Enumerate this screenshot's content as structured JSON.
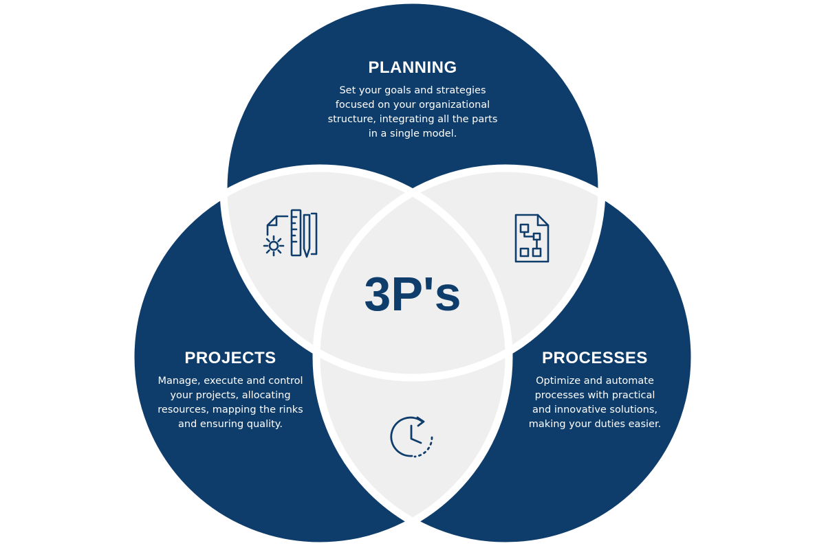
{
  "center": {
    "label": "3P's"
  },
  "circles": {
    "planning": {
      "title": "PLANNING",
      "description": "Set your goals and strategies\nfocused on your organizational\nstructure, integrating all the parts\nin a single model."
    },
    "projects": {
      "title": "PROJECTS",
      "description": "Manage, execute and control\nyour projects, allocating\nresources, mapping the rinks\nand ensuring quality."
    },
    "processes": {
      "title": "PROCESSES",
      "description": "Optimize and automate\nprocesses with practical\nand innovative solutions,\nmaking your duties easier."
    }
  },
  "overlap_icons": {
    "planning_projects": "blueprint-gear-ruler-icon",
    "planning_processes": "process-document-icon",
    "projects_processes": "clock-history-icon"
  },
  "colors": {
    "circle_fill": "#0e3d6b",
    "overlap_fill": "#efefef",
    "outline": "#ffffff",
    "text_light": "#ffffff",
    "text_dark": "#0e3d6b"
  }
}
